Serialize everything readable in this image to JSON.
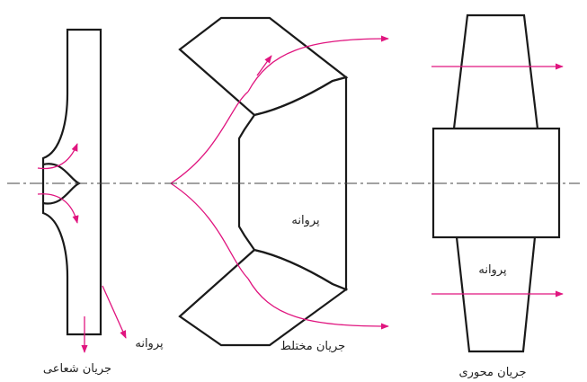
{
  "labels": {
    "radial_flow": "جریان شعاعی",
    "radial_impeller": "پروانه",
    "mixed_flow": "جریان مختلط",
    "mixed_impeller": "پروانه",
    "axial_flow": "جریان محوری",
    "axial_impeller": "پروانه"
  },
  "colors": {
    "outline": "#1a1a1a",
    "flow_arrows": "#e0157f",
    "centerline": "#444444"
  }
}
